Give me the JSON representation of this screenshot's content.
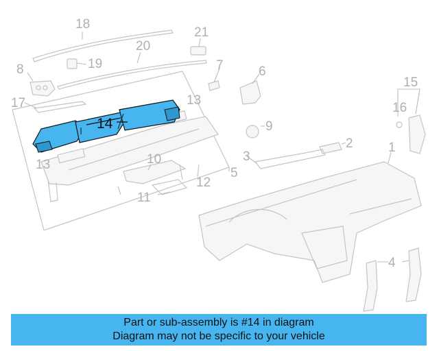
{
  "diagram": {
    "callouts": [
      "18",
      "21",
      "20",
      "19",
      "8",
      "7",
      "6",
      "17",
      "15",
      "16",
      "14",
      "13",
      "9",
      "2",
      "3",
      "1",
      "13",
      "10",
      "5",
      "12",
      "11",
      "4"
    ],
    "highlighted_part": "14"
  },
  "banner": {
    "line1": "Part or sub-assembly is #14 in diagram",
    "line2": "Diagram may not be specific to your vehicle",
    "background": "#47b5ef"
  },
  "colors": {
    "highlight_fill": "#47b5ef",
    "line_art": "#c4c4c4"
  }
}
